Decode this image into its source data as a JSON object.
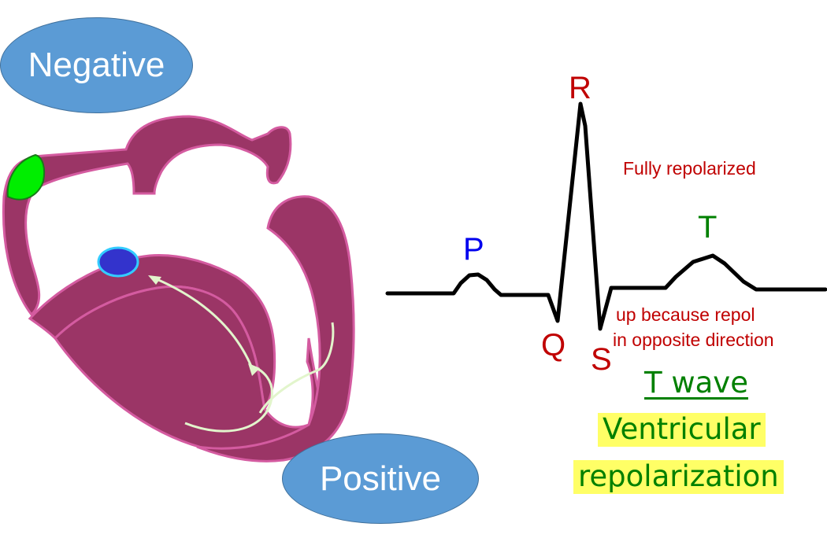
{
  "electrodes": {
    "negative": "Negative",
    "positive": "Positive"
  },
  "waves": {
    "p": "P",
    "q": "Q",
    "r": "R",
    "s": "S",
    "t": "T"
  },
  "notes": {
    "fully": "Fully repolarized",
    "up_line1": "up because repol",
    "up_line2": "in opposite direction"
  },
  "caption": {
    "title": "T wave",
    "line1": "Ventricular",
    "line2": "repolarization"
  },
  "colors": {
    "myocardium": "#9b3566",
    "myocardium_outline": "#d45ba0",
    "sa_node": "#00ee00",
    "av_node": "#3333cc",
    "av_outline": "#33ccff",
    "arrow": "#e2f5cc",
    "electrode": "#5b9bd5",
    "wave_red": "#c00000",
    "wave_blue": "#0000ee",
    "wave_green": "#008000",
    "highlight": "#ffff66"
  }
}
